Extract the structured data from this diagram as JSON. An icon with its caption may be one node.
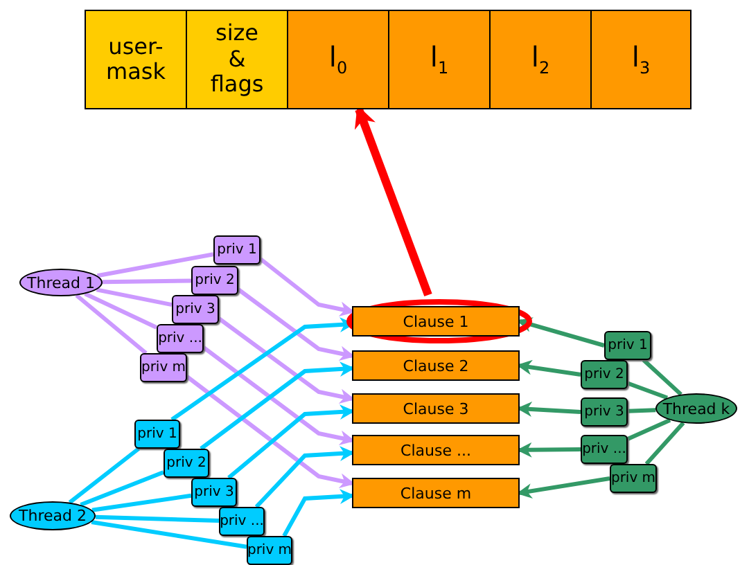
{
  "diagram": {
    "nodes": [
      {
        "text": [
          "user- mask"
        ]
      },
      {
        "text": [
          "size & flags"
        ]
      },
      {
        "text": [
          "l$_{0}$"
        ]
      },
      {
        "text": [
          "l$_{1}$"
        ]
      },
      {
        "text": [
          "l$_{2}$"
        ]
      },
      {
        "text": [
          "l$_{3}$"
        ]
      },
      {
        "text": [
          "Clause 1"
        ]
      },
      {
        "text": [
          "Clause 2"
        ]
      },
      {
        "text": [
          "Clause 3"
        ]
      },
      {
        "text": [
          "Clause ..."
        ]
      },
      {
        "text": [
          "Clause m"
        ]
      },
      {
        "text": [
          "Thread 1"
        ]
      },
      {
        "text": [
          "priv 1"
        ]
      },
      {
        "text": [
          "priv 2"
        ]
      },
      {
        "text": [
          "priv 3"
        ]
      },
      {
        "text": [
          "priv ..."
        ]
      },
      {
        "text": [
          "priv m"
        ]
      },
      {
        "text": [
          "Thread 2"
        ]
      },
      {
        "text": [
          "priv 1"
        ]
      },
      {
        "text": [
          "priv 2"
        ]
      },
      {
        "text": [
          "priv 3"
        ]
      },
      {
        "text": [
          "priv ..."
        ]
      },
      {
        "text": [
          "priv m"
        ]
      },
      {
        "text": [
          "Thread k"
        ]
      },
      {
        "text": [
          "priv 1"
        ]
      },
      {
        "text": [
          "priv 2"
        ]
      },
      {
        "text": [
          "priv 3"
        ]
      },
      {
        "text": [
          "priv ..."
        ]
      },
      {
        "text": [
          "priv m"
        ]
      }
    ],
    "edges": [
      {
        "from": 11,
        "to": 12,
        "arrow": "none",
        "color": "#cc99ff"
      },
      {
        "from": 11,
        "to": 13,
        "arrow": "none",
        "color": "#cc99ff"
      },
      {
        "from": 11,
        "to": 14,
        "arrow": "none",
        "color": "#cc99ff"
      },
      {
        "from": 11,
        "to": 15,
        "arrow": "none",
        "color": "#cc99ff"
      },
      {
        "from": 11,
        "to": 16,
        "arrow": "none",
        "color": "#cc99ff"
      },
      {
        "from": 12,
        "to": 6,
        "arrow": "to",
        "color": "#cc99ff"
      },
      {
        "from": 13,
        "to": 7,
        "arrow": "to",
        "color": "#cc99ff"
      },
      {
        "from": 14,
        "to": 8,
        "arrow": "to",
        "color": "#cc99ff"
      },
      {
        "from": 15,
        "to": 9,
        "arrow": "to",
        "color": "#cc99ff"
      },
      {
        "from": 16,
        "to": 10,
        "arrow": "to",
        "color": "#cc99ff"
      },
      {
        "from": 17,
        "to": 18,
        "arrow": "none",
        "color": "#00ccff"
      },
      {
        "from": 17,
        "to": 19,
        "arrow": "none",
        "color": "#00ccff"
      },
      {
        "from": 17,
        "to": 20,
        "arrow": "none",
        "color": "#00ccff"
      },
      {
        "from": 17,
        "to": 21,
        "arrow": "none",
        "color": "#00ccff"
      },
      {
        "from": 17,
        "to": 22,
        "arrow": "none",
        "color": "#00ccff"
      },
      {
        "from": 18,
        "to": 6,
        "arrow": "to",
        "color": "#00ccff"
      },
      {
        "from": 19,
        "to": 7,
        "arrow": "to",
        "color": "#00ccff"
      },
      {
        "from": 20,
        "to": 8,
        "arrow": "to",
        "color": "#00ccff"
      },
      {
        "from": 21,
        "to": 9,
        "arrow": "to",
        "color": "#00ccff"
      },
      {
        "from": 22,
        "to": 10,
        "arrow": "to",
        "color": "#00ccff"
      },
      {
        "from": 23,
        "to": 24,
        "arrow": "none",
        "color": "#339966"
      },
      {
        "from": 23,
        "to": 25,
        "arrow": "none",
        "color": "#339966"
      },
      {
        "from": 23,
        "to": 26,
        "arrow": "none",
        "color": "#339966"
      },
      {
        "from": 23,
        "to": 27,
        "arrow": "none",
        "color": "#339966"
      },
      {
        "from": 23,
        "to": 28,
        "arrow": "none",
        "color": "#339966"
      },
      {
        "from": 24,
        "to": 6,
        "arrow": "to",
        "color": "#339966"
      },
      {
        "from": 25,
        "to": 7,
        "arrow": "to",
        "color": "#339966"
      },
      {
        "from": 26,
        "to": 8,
        "arrow": "to",
        "color": "#339966"
      },
      {
        "from": 27,
        "to": 9,
        "arrow": "to",
        "color": "#339966"
      },
      {
        "from": 28,
        "to": 10,
        "arrow": "to",
        "color": "#339966"
      },
      {
        "from": 6,
        "to": 2,
        "arrow": "to",
        "style": "thick",
        "color": "#ff0000"
      }
    ]
  }
}
